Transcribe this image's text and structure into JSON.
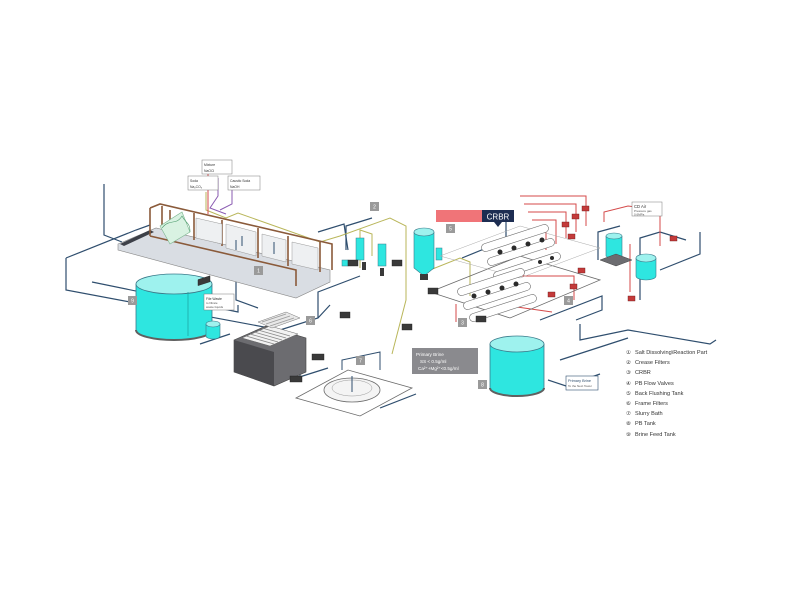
{
  "diagram": {
    "crbr_banner": "CRBR",
    "chemicals": [
      {
        "name": "Soda",
        "formula": "Na₂CO₃"
      },
      {
        "name": "Mixture",
        "formula": "NaOCl"
      },
      {
        "name": "Caustic Soda",
        "formula": "NaOH"
      }
    ],
    "section_numbers": [
      "1",
      "2",
      "3",
      "4",
      "5",
      "6",
      "7",
      "8",
      "9"
    ],
    "boxes": {
      "filtrate": {
        "title": "File Waste",
        "lines": [
          "to filtrate",
          "waste liquids"
        ]
      },
      "primary_brine": {
        "title": "Primary Brine",
        "line1": "SS < 0.5g/ml",
        "line2": "Ca²⁺+Mg²⁺<0.5g/ml"
      },
      "primary_brine_out": {
        "title": "Primary Brine",
        "line1": "To the Next Tower"
      },
      "cd_air": {
        "title": "CD Air",
        "lines": [
          "Pressure gas",
          "0.6MPa"
        ]
      }
    }
  },
  "legend": [
    {
      "num": "①",
      "label": "Salt Dissolving\\Reaction Part"
    },
    {
      "num": "②",
      "label": "Crease Filters"
    },
    {
      "num": "③",
      "label": "CRBR"
    },
    {
      "num": "④",
      "label": "PB Flow Valves"
    },
    {
      "num": "⑤",
      "label": "Back Flushing Tank"
    },
    {
      "num": "⑥",
      "label": "Frame Filters"
    },
    {
      "num": "⑦",
      "label": "Slurry Bath"
    },
    {
      "num": "⑧",
      "label": "PB Tank"
    },
    {
      "num": "⑨",
      "label": "Brine Feed Tank"
    }
  ],
  "colors": {
    "pipe_blue": "#2f4e6e",
    "pipe_red": "#d44a4a",
    "pipe_olive": "#b9b65a",
    "pipe_purple": "#8a5bb2",
    "tank_cyan": "#2ee6e0",
    "banner_red": "#f07478",
    "banner_navy": "#1d2d52",
    "frame_brown": "#8a5a3a"
  }
}
